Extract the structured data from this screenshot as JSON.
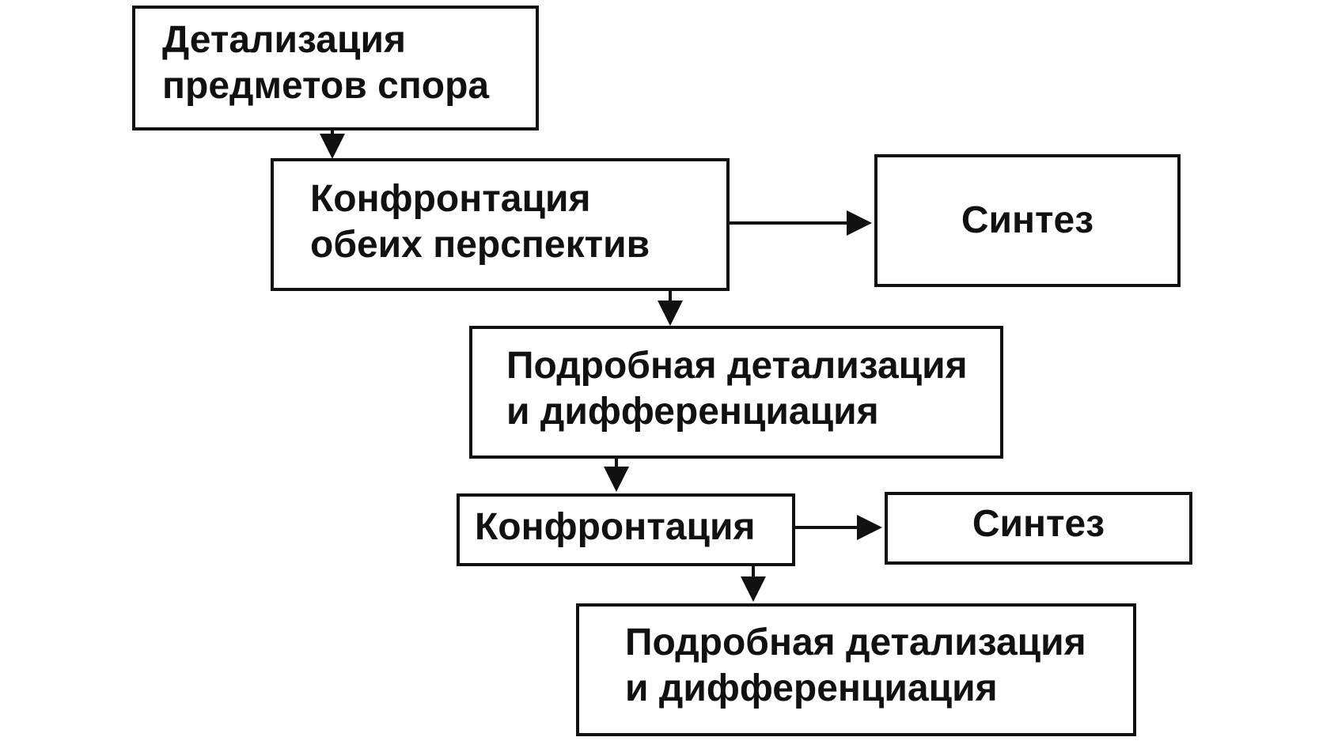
{
  "diagram": {
    "nodes": {
      "detail_subjects": {
        "lines": [
          "Детализация",
          "предметов спора"
        ]
      },
      "confront_perspectives": {
        "lines": [
          "Конфронтация",
          "обеих перспектив"
        ]
      },
      "synthesis_1": {
        "lines": [
          "Синтез"
        ]
      },
      "detail_diff_1": {
        "lines": [
          "Подробная детализация",
          "и дифференциация"
        ]
      },
      "confront_2": {
        "lines": [
          "Конфронтация"
        ]
      },
      "synthesis_2": {
        "lines": [
          "Синтез"
        ]
      },
      "detail_diff_2": {
        "lines": [
          "Подробная детализация",
          "и дифференциация"
        ]
      }
    },
    "edges": [
      {
        "from": "detail_subjects",
        "to": "confront_perspectives"
      },
      {
        "from": "confront_perspectives",
        "to": "synthesis_1"
      },
      {
        "from": "confront_perspectives",
        "to": "detail_diff_1"
      },
      {
        "from": "detail_diff_1",
        "to": "confront_2"
      },
      {
        "from": "confront_2",
        "to": "synthesis_2"
      },
      {
        "from": "confront_2",
        "to": "detail_diff_2"
      }
    ],
    "colors": {
      "stroke": "#111111",
      "background": "#ffffff"
    }
  }
}
